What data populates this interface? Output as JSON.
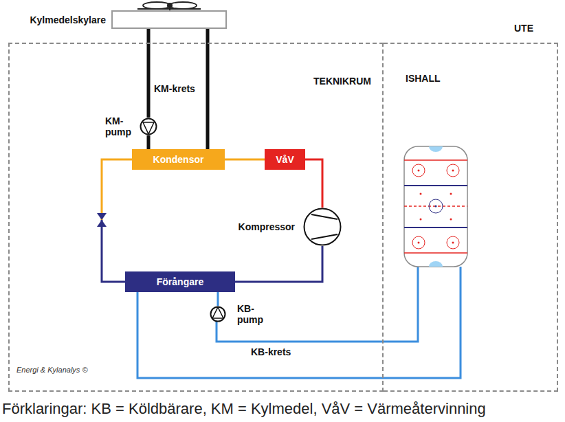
{
  "diagram": {
    "caption": "Förklaringar: KB = Köldbärare, KM = Kylmedel, VåV = Värmeåtervinning",
    "nodes": [
      {
        "text": [
          "Kylmedelskylare"
        ]
      },
      {
        "text": [
          "TEKNIKRUM"
        ]
      },
      {
        "text": [
          "ISHALL"
        ]
      },
      {
        "text": [
          "KM-pump"
        ],
        "in": 1
      },
      {
        "text": [
          "Kondensor"
        ],
        "in": 1
      },
      {
        "text": [
          "VåV"
        ],
        "in": 1
      },
      {
        "text": [
          "Kompressor"
        ],
        "in": 1
      },
      {
        "text": [
          "Förångare"
        ],
        "in": 1
      },
      {
        "text": [
          "KB-pump"
        ],
        "in": 1
      }
    ],
    "edges": [
      {
        "from": 0,
        "to": 3,
        "arrow": "none"
      },
      {
        "from": 3,
        "to": 4,
        "arrow": "none"
      },
      {
        "from": 4,
        "to": 0,
        "arrow": "none"
      },
      {
        "from": 6,
        "to": 5,
        "arrow": "none"
      },
      {
        "from": 5,
        "to": 4,
        "arrow": "none"
      },
      {
        "from": 4,
        "to": 7,
        "arrow": "none"
      },
      {
        "from": 7,
        "to": 6,
        "arrow": "none"
      },
      {
        "from": 7,
        "to": 8,
        "arrow": "none"
      }
    ],
    "labels": [
      "UTE",
      "KM-krets",
      "KB-krets",
      "Energi & Kylanalys ©"
    ]
  }
}
